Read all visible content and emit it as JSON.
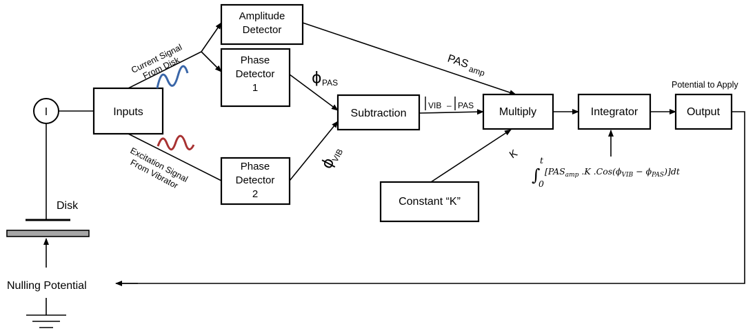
{
  "blocks": {
    "inputs": "Inputs",
    "amplitude_detector": [
      "Amplitude",
      "Detector"
    ],
    "phase_detector_1": [
      "Phase",
      "Detector",
      "1"
    ],
    "phase_detector_2": [
      "Phase",
      "Detector",
      "2"
    ],
    "subtraction": "Subtraction",
    "multiply": "Multiply",
    "integrator": "Integrator",
    "output": "Output",
    "constant_k": "Constant “K”"
  },
  "labels": {
    "current_signal": [
      "Current Signal",
      "From Disk"
    ],
    "excitation_signal": [
      "Excitation Signal",
      "From Vibrator"
    ],
    "disk": "Disk",
    "nulling_potential": "Nulling Potential",
    "potential_to_apply": "Potential to Apply",
    "meter_symbol": "I",
    "phi_symbol": "ϕ",
    "phi_pas_sub": "PAS",
    "phi_vib_sub": "VIB",
    "diff_vib": "VIB",
    "diff_pas": "PAS",
    "diff_dash": "–",
    "pas_amp_main": "PAS",
    "pas_amp_sub": "amp",
    "k_symbol": "K",
    "integral_sign": "∫",
    "integral_upper": "t",
    "integral_lower": "0",
    "integral_body": "[PAS",
    "integral_sub1": "amp",
    "integral_mid": " .K .Cos(ϕ",
    "integral_sub2": "VIB",
    "integral_minus": " − ϕ",
    "integral_sub3": "PAS",
    "integral_end": ")]dt"
  },
  "colors": {
    "current_wave": "#3a66a8",
    "excitation_wave": "#a83232",
    "disk_plate_fill": "#a6a6a6"
  }
}
